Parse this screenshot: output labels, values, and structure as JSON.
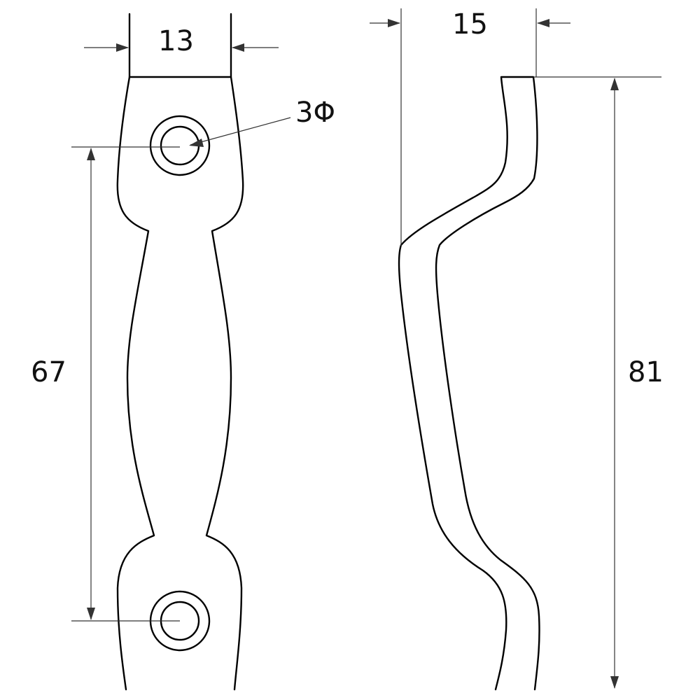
{
  "dimensions": {
    "width_front": "13",
    "hole_diameter": "3Φ",
    "hole_spacing": "67",
    "depth_side": "15",
    "overall_height": "81"
  }
}
